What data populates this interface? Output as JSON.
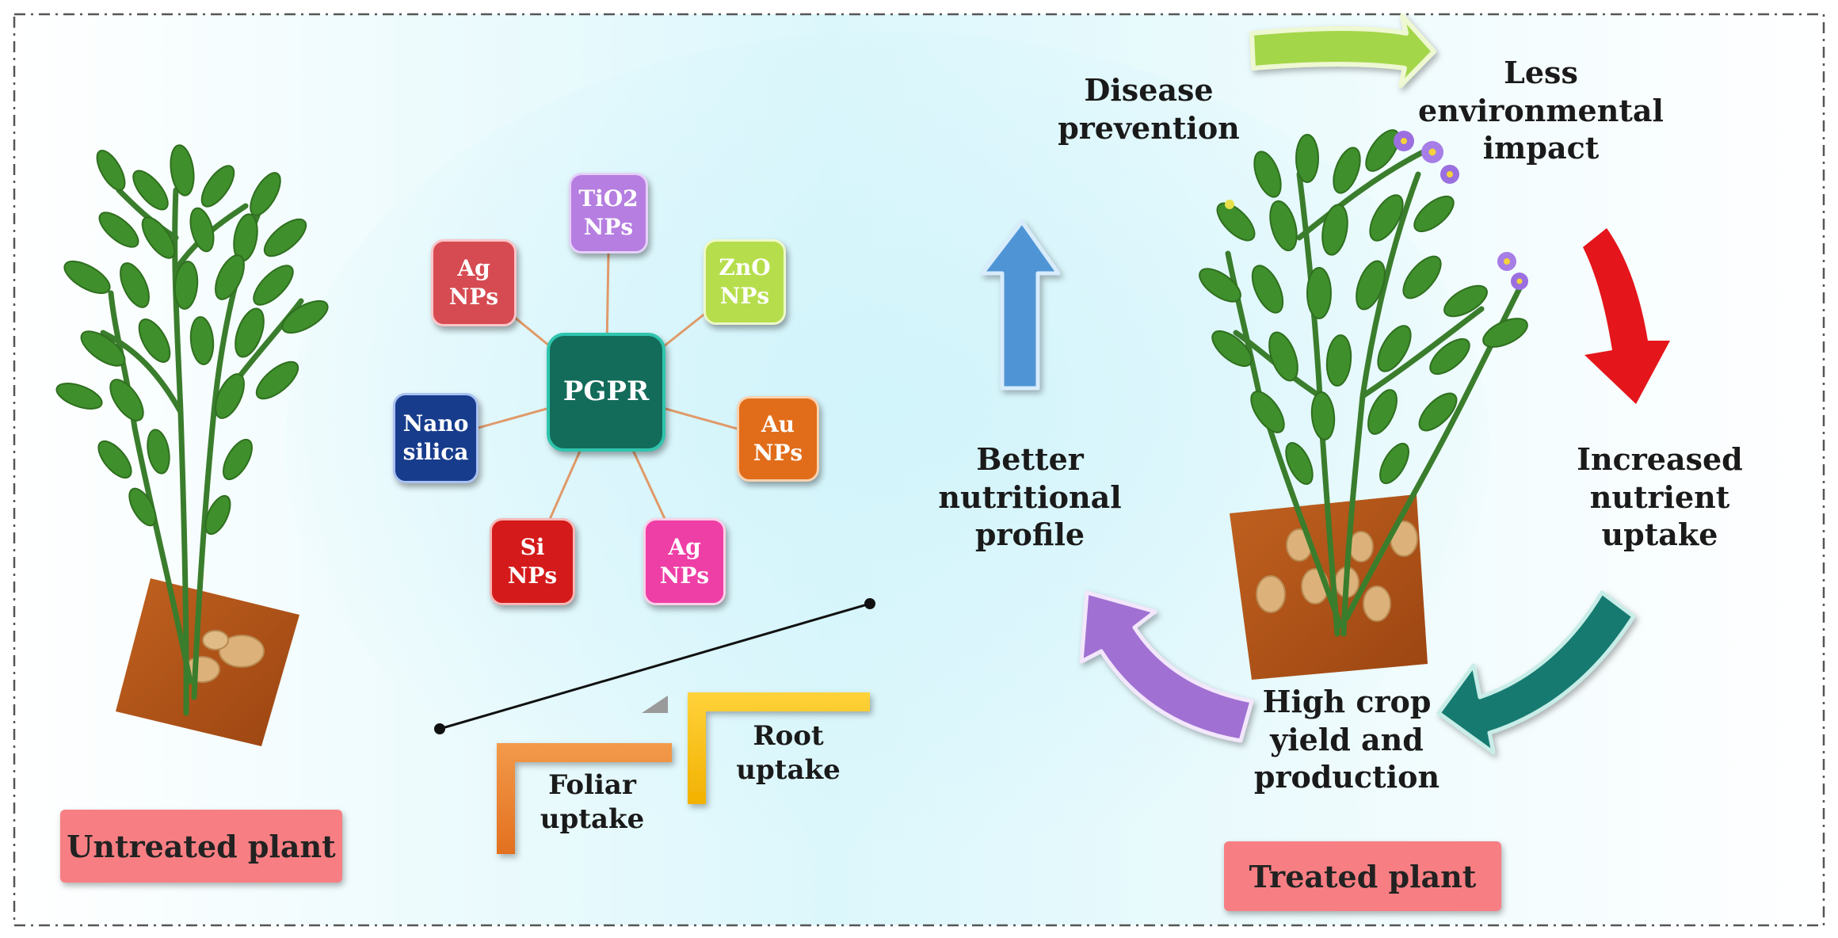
{
  "labels": {
    "untreated": "Untreated plant",
    "treated": "Treated plant",
    "center_node": "PGPR",
    "root_uptake": [
      "Root",
      "uptake"
    ],
    "foliar_uptake": [
      "Foliar",
      "uptake"
    ]
  },
  "nanoparticles": [
    {
      "lines": [
        "TiO2",
        "NPs"
      ],
      "color": "#b57ee0"
    },
    {
      "lines": [
        "ZnO",
        "NPs"
      ],
      "color": "#b6de4c"
    },
    {
      "lines": [
        "Au",
        "NPs"
      ],
      "color": "#e16d1a"
    },
    {
      "lines": [
        "Ag",
        "NPs"
      ],
      "color": "#ee3fa6"
    },
    {
      "lines": [
        "Si",
        "NPs"
      ],
      "color": "#d41a1a"
    },
    {
      "lines": [
        "Nano",
        "silica"
      ],
      "color": "#173c8c"
    },
    {
      "lines": [
        "Ag",
        "NPs"
      ],
      "color": "#d64b52"
    }
  ],
  "benefits": [
    {
      "lines": [
        "Disease",
        "prevention"
      ]
    },
    {
      "lines": [
        "Less",
        "environmental",
        "impact"
      ]
    },
    {
      "lines": [
        "Increased",
        "nutrient",
        "uptake"
      ]
    },
    {
      "lines": [
        "High crop",
        "yield and",
        "production"
      ]
    },
    {
      "lines": [
        "Better",
        "nutritional",
        "profile"
      ]
    }
  ],
  "colors": {
    "pgpr": "#136b5a",
    "arrow_top": "#a4d64a",
    "arrow_right": "#e4161b",
    "arrow_bottom_right": "#167a70",
    "arrow_bottom_left": "#a071d2",
    "arrow_left": "#4f95d6",
    "leaf": "#3f8f2c",
    "soil": "#b3541a",
    "tuber": "#dcb27a",
    "tag": "#f77f83"
  }
}
